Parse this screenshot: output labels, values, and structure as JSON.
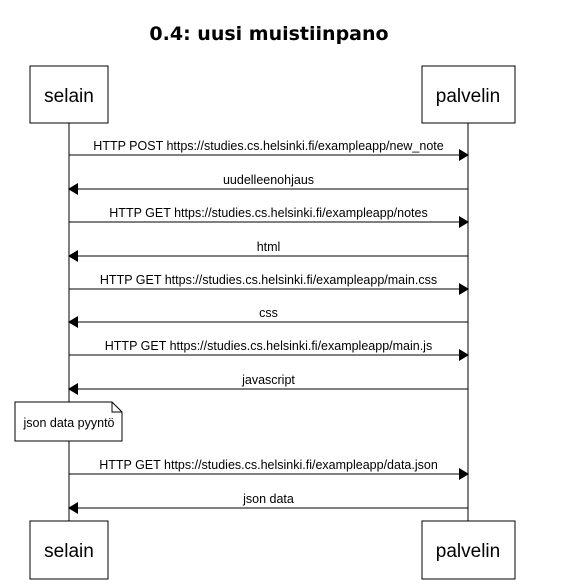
{
  "title": "0.4: uusi muistiinpano",
  "participants": [
    {
      "id": "selain",
      "label": "selain"
    },
    {
      "id": "palvelin",
      "label": "palvelin"
    }
  ],
  "messages": [
    {
      "from": "selain",
      "to": "palvelin",
      "label": "HTTP POST https://studies.cs.helsinki.fi/exampleapp/new_note"
    },
    {
      "from": "palvelin",
      "to": "selain",
      "label": "uudelleenohjaus"
    },
    {
      "from": "selain",
      "to": "palvelin",
      "label": "HTTP GET https://studies.cs.helsinki.fi/exampleapp/notes"
    },
    {
      "from": "palvelin",
      "to": "selain",
      "label": "html"
    },
    {
      "from": "selain",
      "to": "palvelin",
      "label": "HTTP GET https://studies.cs.helsinki.fi/exampleapp/main.css"
    },
    {
      "from": "palvelin",
      "to": "selain",
      "label": "css"
    },
    {
      "from": "selain",
      "to": "palvelin",
      "label": "HTTP GET https://studies.cs.helsinki.fi/exampleapp/main.js"
    },
    {
      "from": "palvelin",
      "to": "selain",
      "label": "javascript"
    },
    {
      "from": "selain",
      "to": "palvelin",
      "label": "HTTP GET https://studies.cs.helsinki.fi/exampleapp/data.json"
    },
    {
      "from": "palvelin",
      "to": "selain",
      "label": "json data"
    }
  ],
  "note": {
    "over": "selain",
    "text": "json data pyyntö"
  }
}
